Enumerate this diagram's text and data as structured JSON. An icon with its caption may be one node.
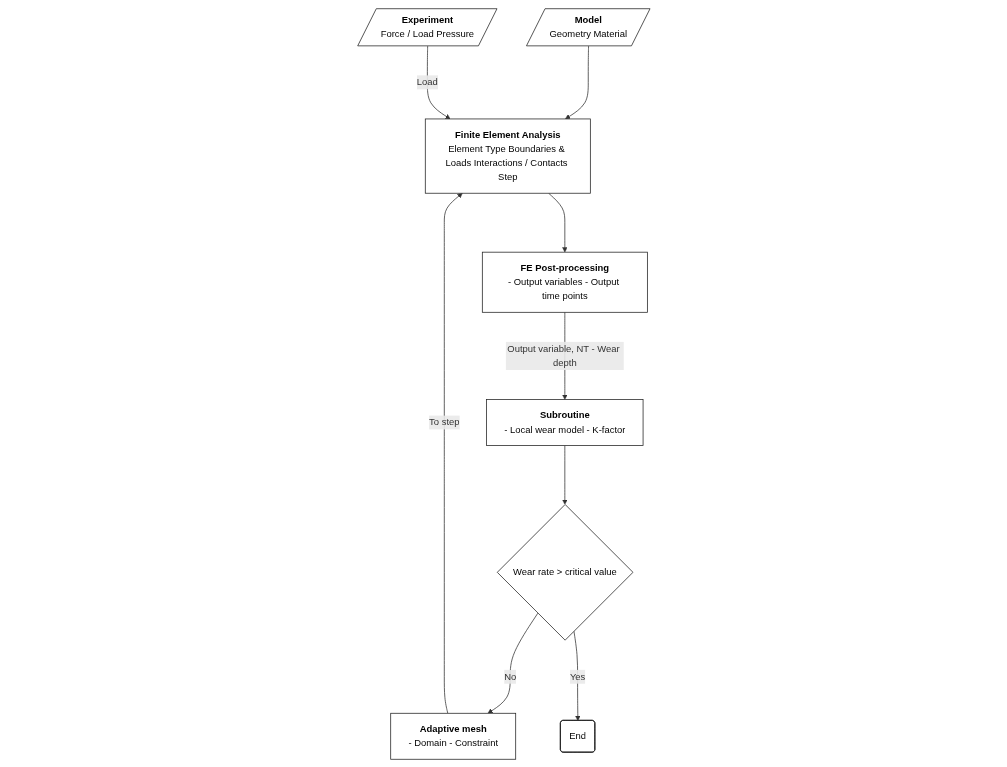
{
  "diagram": {
    "nodes": [
      {
        "text": [
          "Model",
          "Geometry Material"
        ]
      },
      {
        "text": [
          "Experiment",
          "Force / Load Pressure"
        ]
      },
      {
        "text": [
          "Finite Element Analysis",
          "Element Type Boundaries & Loads Interactions / Contacts Step"
        ]
      },
      {
        "text": [
          "Adaptive mesh",
          "- Domain - Constraint"
        ]
      },
      {
        "text": [
          "FE Post-processing",
          "- Output variables - Output time points"
        ]
      },
      {
        "text": [
          "Subroutine",
          "- Local wear model - K-factor"
        ]
      },
      {
        "text": [
          "Wear rate > critical value"
        ]
      },
      {
        "text": [
          "End"
        ]
      }
    ],
    "edges": [
      {
        "from": 0,
        "to": 2,
        "arrow": "to"
      },
      {
        "from": 1,
        "to": 2,
        "arrow": "to",
        "label": "Load"
      },
      {
        "from": 3,
        "to": 2,
        "arrow": "to",
        "label": "To step"
      },
      {
        "from": 2,
        "to": 4,
        "arrow": "to"
      },
      {
        "from": 4,
        "to": 5,
        "arrow": "to",
        "label": "Output variable, NT - Wear depth"
      },
      {
        "from": 5,
        "to": 6,
        "arrow": "to"
      },
      {
        "from": 6,
        "to": 3,
        "arrow": "to",
        "label": "No"
      },
      {
        "from": 6,
        "to": 7,
        "arrow": "to",
        "label": "Yes"
      }
    ]
  }
}
